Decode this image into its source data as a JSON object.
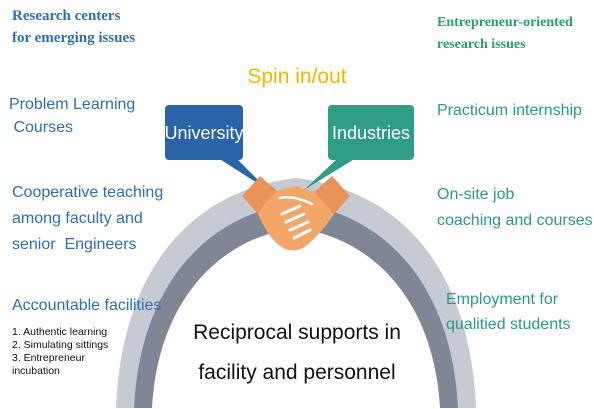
{
  "top_left_title": [
    "Research centers",
    "for emerging issues"
  ],
  "top_right_title": [
    "Entrepreneur-oriented",
    "research issues"
  ],
  "spin_label": "Spin in/out",
  "university_label": "University",
  "industries_label": "Industries",
  "left_items": {
    "problem_learning": [
      "Problem Learning",
      " Courses"
    ],
    "cooperative": [
      "Cooperative teaching",
      "among faculty and",
      "senior  Engineers"
    ],
    "facilities_title": "Accountable facilities",
    "facilities_list": [
      "1. Authentic learning",
      "2. Simulating sittings",
      "3. Entrepreneur",
      "incubation"
    ]
  },
  "right_items": {
    "practicum": "Practicum internship",
    "onsite": [
      "On-site job",
      "coaching and courses"
    ],
    "employment": [
      "Employment for",
      "qualitied students"
    ]
  },
  "center_caption": [
    "Reciprocal supports in",
    "facility and personnel"
  ],
  "colors": {
    "blue_text": "#2e6fb2",
    "green_text": "#27a06e",
    "university_bubble": "#2a63a8",
    "industries_bubble": "#2f9c86",
    "spin_label": "#f4b400",
    "arch_outer": "#c5cad3",
    "arch_inner": "#7f8796",
    "handshake": "#f2a66a"
  },
  "icons": [
    "handshake-icon"
  ]
}
